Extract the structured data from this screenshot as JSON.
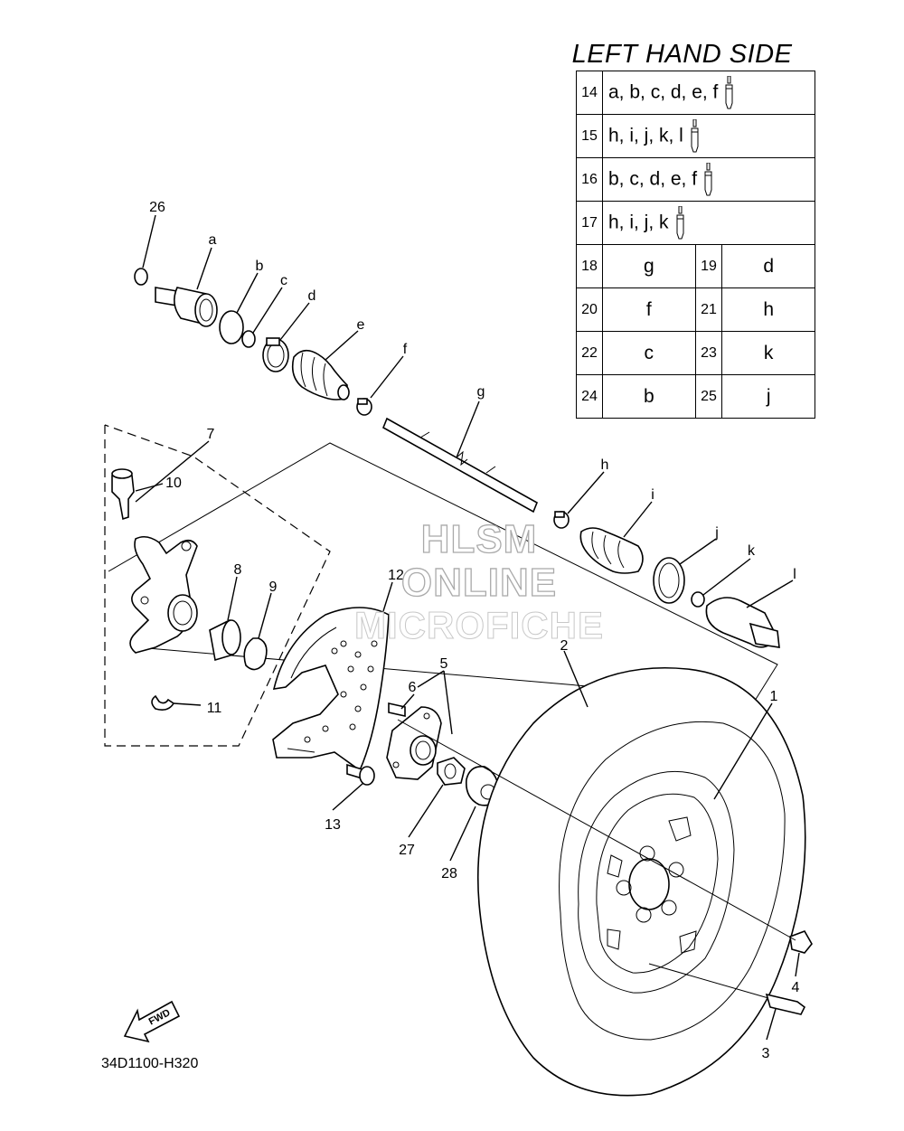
{
  "header": {
    "title": "LEFT HAND SIDE"
  },
  "kits": [
    {
      "num": "14",
      "parts": "a, b, c, d, e, f"
    },
    {
      "num": "15",
      "parts": "h, i, j, k, l"
    },
    {
      "num": "16",
      "parts": "b, c, d, e, f"
    },
    {
      "num": "17",
      "parts": "h, i, j, k"
    }
  ],
  "pairs": [
    {
      "n1": "18",
      "v1": "g",
      "n2": "19",
      "v2": "d"
    },
    {
      "n1": "20",
      "v1": "f",
      "n2": "21",
      "v2": "h"
    },
    {
      "n1": "22",
      "v1": "c",
      "n2": "23",
      "v2": "k"
    },
    {
      "n1": "24",
      "v1": "b",
      "n2": "25",
      "v2": "j"
    }
  ],
  "callouts": {
    "n1": "1",
    "n2": "2",
    "n3": "3",
    "n4": "4",
    "n5": "5",
    "n6": "6",
    "n7": "7",
    "n8": "8",
    "n9": "9",
    "n10": "10",
    "n11": "11",
    "n12": "12",
    "n13": "13",
    "n26": "26",
    "n27": "27",
    "n28": "28",
    "a": "a",
    "b": "b",
    "c": "c",
    "d": "d",
    "e": "e",
    "f": "f",
    "g": "g",
    "h": "h",
    "i": "i",
    "j": "j",
    "k": "k",
    "l": "l"
  },
  "watermark": {
    "line1": "HLSM",
    "line2": "ONLINE",
    "line3": "MICROFICHE"
  },
  "fwd_label": "FWD",
  "drawing_code": "34D1100-H320",
  "icons": {
    "tube": "grease-tube-icon",
    "arrow": "fwd-arrow-icon"
  }
}
